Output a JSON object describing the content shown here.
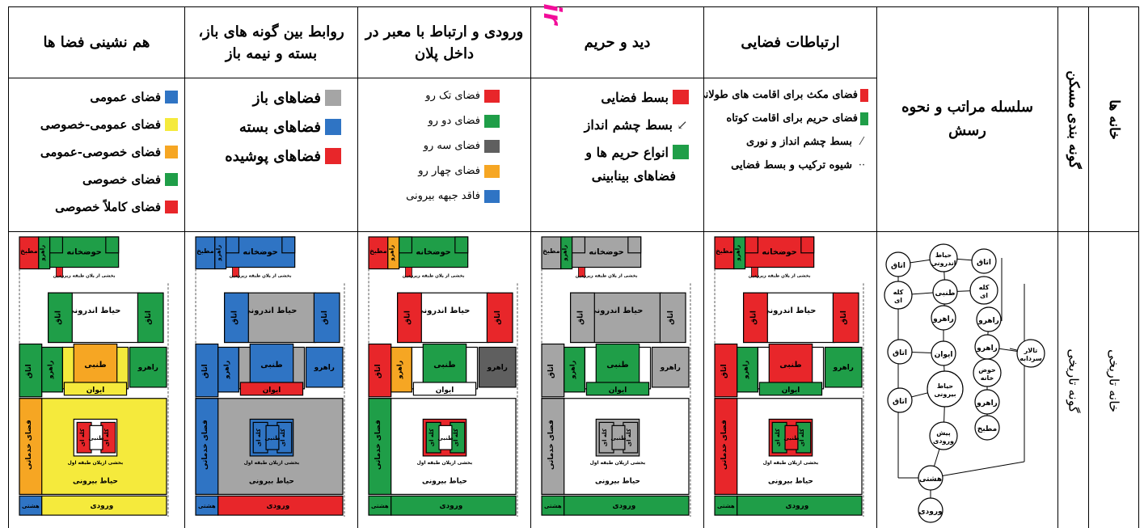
{
  "watermark": ".ir",
  "headers": {
    "h1": "هم نشینی فضا ها",
    "h2": "روابط بین گونه های باز، بسته و نیمه باز",
    "h3": "ورودی و ارتباط با معبر در داخل پلان",
    "h4": "دید و حریم",
    "h5": "ارتباطات فضایی",
    "h6": "سلسله مراتب و نحوه رسش",
    "h7": "گونه بندی مسکن",
    "h8": "خانه ها"
  },
  "rowlabels": {
    "r7": "گونه تاریخی",
    "r8": "خانه تاریخی"
  },
  "legend1": [
    {
      "color": "#2f74c4",
      "label": "فضای عمومی"
    },
    {
      "color": "#f5ea3c",
      "label": "فضای عمومی-خصوصی"
    },
    {
      "color": "#f6a623",
      "label": "فضای خصوصی-عمومی"
    },
    {
      "color": "#1f9e48",
      "label": "فضای خصوصی"
    },
    {
      "color": "#e8262a",
      "label": "فضای کاملاً خصوصی"
    }
  ],
  "legend2": [
    {
      "color": "#a5a5a5",
      "label": "فضاهای باز"
    },
    {
      "color": "#2f74c4",
      "label": "فضاهای بسته"
    },
    {
      "color": "#e8262a",
      "label": "فضاهای پوشیده"
    }
  ],
  "legend3": [
    {
      "color": "#e8262a",
      "label": "فضای تک رو"
    },
    {
      "color": "#1f9e48",
      "label": "فضای دو رو"
    },
    {
      "color": "#5f5f5f",
      "label": "فضای سه رو"
    },
    {
      "color": "#f6a623",
      "label": "فضای چهار رو"
    },
    {
      "color": "#2f74c4",
      "label": "فاقد جبهه بیرونی"
    }
  ],
  "legend4": [
    {
      "color": "#e8262a",
      "label": "بسط فضایی",
      "glyph": ""
    },
    {
      "color": "",
      "label": "بسط چشم انداز",
      "glyph": "↙"
    },
    {
      "color": "#1f9e48",
      "label": "انواع حریم ها و",
      "glyph": ""
    }
  ],
  "legend4_sub": "فضاهای بینابینی",
  "legend5": [
    {
      "color": "#e8262a",
      "label": "فضای مکث برای اقامت های طولانی",
      "glyph": ""
    },
    {
      "color": "#1f9e48",
      "label": "فضای حریم برای اقامت کوتاه",
      "glyph": ""
    },
    {
      "color": "",
      "label": "بسط چشم انداز و نوری",
      "glyph": "⁄"
    },
    {
      "color": "",
      "label": "شیوه ترکیب و بسط فضایی",
      "glyph": "··"
    }
  ],
  "plan_labels": {
    "kitchen": "مطبخ",
    "corridor": "راهرو",
    "pool": "حوضخانه",
    "part_basement": "بخشی از پلان طبقه زیرزمین",
    "part_first": "بخشی ازپلان طبقه اول",
    "inner_yard": "حیاط اندرونی",
    "room": "اتاق",
    "tanabi": "طنبی",
    "iwan": "ایوان",
    "service": "فضای خدماتی",
    "kale": "کله ای",
    "outer_yard": "حیاط بیرونی",
    "hashti": "هشتی",
    "entrance": "ورودی"
  },
  "plan_colors": [
    {
      "pool": "#1f9e48",
      "kitchen": "#e8262a",
      "corr": "#1f9e48",
      "rooms": "#1f9e48",
      "rahro": "#1f9e48",
      "tanabi": "#f6a623",
      "iwan": "#f5ea3c",
      "mid": "#f5ea3c",
      "service": "#f6a623",
      "innerbox": "#ffffff",
      "kale": "#e8262a",
      "tanabi2": "#ffffff",
      "outer": "#f5ea3c",
      "hashti": "#2f74c4",
      "entrance": "#f5ea3c",
      "yard": "#ffffff"
    },
    {
      "pool": "#2f74c4",
      "kitchen": "#2f74c4",
      "corr": "#2f74c4",
      "rooms": "#2f74c4",
      "rahro": "#2f74c4",
      "tanabi": "#2f74c4",
      "iwan": "#e8262a",
      "mid": "#a5a5a5",
      "service": "#2f74c4",
      "innerbox": "#2f74c4",
      "kale": "#2f74c4",
      "tanabi2": "#2f74c4",
      "outer": "#a5a5a5",
      "hashti": "#2f74c4",
      "entrance": "#e8262a",
      "yard": "#a5a5a5"
    },
    {
      "pool": "#1f9e48",
      "kitchen": "#e8262a",
      "corr": "#f6a623",
      "rooms": "#e8262a",
      "rahro": "#5f5f5f",
      "tanabi": "#1f9e48",
      "iwan": "#ffffff",
      "mid": "#ffffff",
      "service": "#1f9e48",
      "innerbox": "#e8262a",
      "kale": "#1f9e48",
      "tanabi2": "#ffffff",
      "outer": "#ffffff",
      "hashti": "#1f9e48",
      "entrance": "#1f9e48",
      "yard": "#ffffff"
    },
    {
      "pool": "#a5a5a5",
      "kitchen": "#a5a5a5",
      "corr": "#1f9e48",
      "rooms": "#a5a5a5",
      "rahro": "#a5a5a5",
      "tanabi": "#1f9e48",
      "iwan": "#1f9e48",
      "mid": "#ffffff",
      "service": "#a5a5a5",
      "innerbox": "#a5a5a5",
      "kale": "#a5a5a5",
      "tanabi2": "#a5a5a5",
      "outer": "#ffffff",
      "hashti": "#1f9e48",
      "entrance": "#1f9e48",
      "yard": "#a5a5a5"
    },
    {
      "pool": "#e8262a",
      "kitchen": "#e8262a",
      "corr": "#1f9e48",
      "rooms": "#e8262a",
      "rahro": "#1f9e48",
      "tanabi": "#e8262a",
      "iwan": "#1f9e48",
      "mid": "#ffffff",
      "service": "#e8262a",
      "innerbox": "#e8262a",
      "kale": "#1f9e48",
      "tanabi2": "#e8262a",
      "outer": "#ffffff",
      "hashti": "#1f9e48",
      "entrance": "#1f9e48",
      "yard": "#ffffff"
    }
  ],
  "bubble": {
    "nodes": [
      {
        "id": "a",
        "label": "اتاق"
      },
      {
        "id": "b",
        "label": "حیاط اندرونی"
      },
      {
        "id": "c",
        "label": "اتاق"
      },
      {
        "id": "d",
        "label": "کله ای"
      },
      {
        "id": "e",
        "label": "طنبی"
      },
      {
        "id": "f",
        "label": "کله ای"
      },
      {
        "id": "g",
        "label": "راهرو"
      },
      {
        "id": "h",
        "label": "راهرو"
      },
      {
        "id": "i",
        "label": "راهرو"
      },
      {
        "id": "j",
        "label": "تالار سردابه"
      },
      {
        "id": "k",
        "label": "حوض خانه"
      },
      {
        "id": "l",
        "label": "اتاق"
      },
      {
        "id": "m",
        "label": "ایوان"
      },
      {
        "id": "n",
        "label": "راهرو"
      },
      {
        "id": "o",
        "label": "حیاط بیرونی"
      },
      {
        "id": "p",
        "label": "اتاق"
      },
      {
        "id": "q",
        "label": "مطبخ"
      },
      {
        "id": "r",
        "label": "پیش ورودی"
      },
      {
        "id": "s",
        "label": "هشتی"
      },
      {
        "id": "t",
        "label": "ورودی"
      }
    ]
  }
}
